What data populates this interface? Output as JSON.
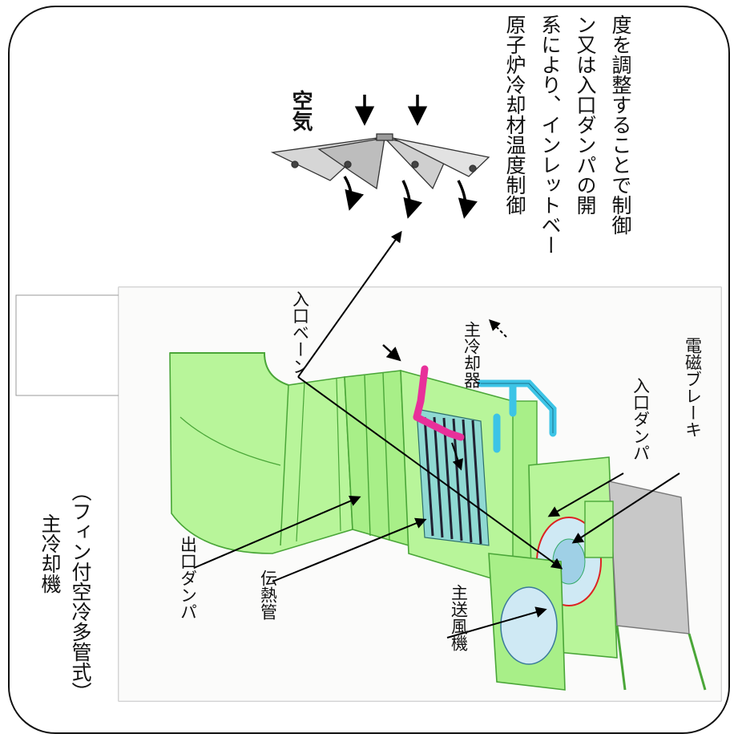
{
  "title": {
    "line1": "主冷却機",
    "line2": "（フィン付空冷多管式）"
  },
  "air_label": "空気",
  "note_lines": [
    "原子炉冷却材温度制御",
    "系により、インレットベー",
    "ン又は入口ダンパの開",
    "度を調整することで制御"
  ],
  "labels": {
    "inlet_vane": "入口ベーン",
    "main_cooler": "主冷却器",
    "inlet_damper": "入口ダンパ",
    "electromagnetic_brake": "電磁ブレーキ",
    "outlet_damper": "出口ダンパ",
    "heat_transfer_tube": "伝熱管",
    "main_blower": "主送風機"
  },
  "colors": {
    "unit_green": "#b8f59a",
    "unit_green_dark": "#6fcf55",
    "hot_pipe": "#e8309a",
    "cold_pipe": "#3cc4e6",
    "motor_gray": "#c8c8c8"
  }
}
